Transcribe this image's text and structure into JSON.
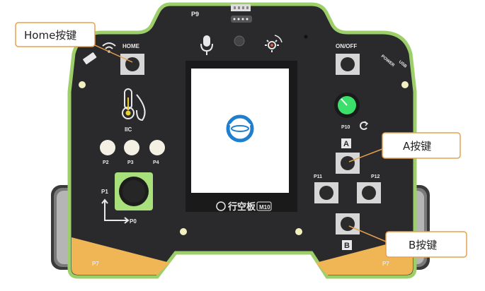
{
  "board": {
    "header_label": "P9",
    "home_label": "HOME",
    "onoff_label": "ON/OFF",
    "power_label": "POWER",
    "usb_label": "USB",
    "iic_label": "IIC",
    "pins": [
      "P2",
      "P3",
      "P4"
    ],
    "p1_label": "P1",
    "p0_label": "P0",
    "p10_label": "P10",
    "p11_label": "P11",
    "p12_label": "P12",
    "a_label": "A",
    "b_label": "B",
    "p7_left": "P7",
    "p7_right": "P7",
    "brand_name": "行空板",
    "model": "M10"
  },
  "callouts": {
    "home": "Home按键",
    "a": "A按键",
    "b": "B按键"
  },
  "colors": {
    "board_fill": "#2a2a2c",
    "board_rim": "#9ccf6a",
    "accent_orange": "#f0b555",
    "knob_green": "#3be06a",
    "joystick_green": "#a8e07c",
    "callout_border": "#e8a050",
    "logo_blue": "#1e7fd0"
  },
  "icons": [
    "wifi-icon",
    "microphone-icon",
    "light-sensor-icon",
    "thermometer-icon",
    "reset-icon",
    "arrow-axes-icon"
  ]
}
